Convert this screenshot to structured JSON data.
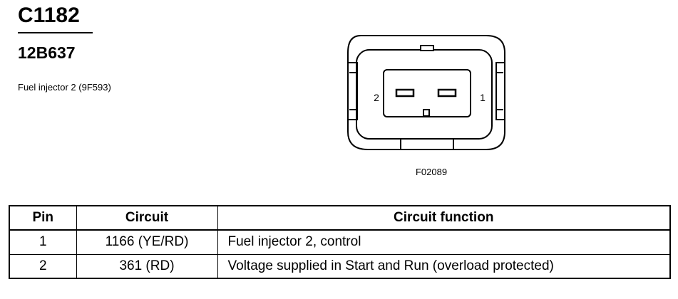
{
  "header": {
    "connector_id": "C1182",
    "part_number": "12B637",
    "description": "Fuel injector 2 (9F593)"
  },
  "figure": {
    "pin_left_label": "2",
    "pin_right_label": "1",
    "figure_code": "F02089"
  },
  "table": {
    "headers": [
      "Pin",
      "Circuit",
      "Circuit function"
    ],
    "rows": [
      {
        "pin": "1",
        "circuit": "1166 (YE/RD)",
        "function": "Fuel injector 2, control"
      },
      {
        "pin": "2",
        "circuit": "361 (RD)",
        "function": "Voltage supplied in Start and Run (overload protected)"
      }
    ]
  }
}
